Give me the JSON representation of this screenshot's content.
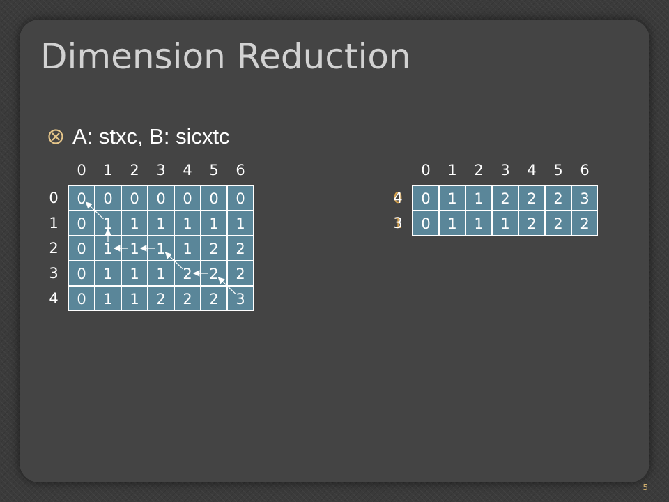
{
  "title": "Dimension Reduction",
  "bullet": {
    "icon": "circled-cross-bullet-icon",
    "text": "A: stxc, B: sicxtc"
  },
  "left_table": {
    "col_headers": [
      "0",
      "1",
      "2",
      "3",
      "4",
      "5",
      "6"
    ],
    "row_headers": [
      "0",
      "1",
      "2",
      "3",
      "4"
    ],
    "rows": [
      [
        "0",
        "0",
        "0",
        "0",
        "0",
        "0",
        "0"
      ],
      [
        "0",
        "1",
        "1",
        "1",
        "1",
        "1",
        "1"
      ],
      [
        "0",
        "1",
        "1",
        "1",
        "1",
        "2",
        "2"
      ],
      [
        "0",
        "1",
        "1",
        "1",
        "2",
        "2",
        "2"
      ],
      [
        "0",
        "1",
        "1",
        "2",
        "2",
        "2",
        "3"
      ]
    ],
    "arrows": [
      {
        "from": [
          4,
          6
        ],
        "to": [
          3,
          5
        ]
      },
      {
        "from": [
          3,
          5
        ],
        "to": [
          3,
          4
        ]
      },
      {
        "from": [
          3,
          4
        ],
        "to": [
          2,
          3
        ]
      },
      {
        "from": [
          2,
          3
        ],
        "to": [
          2,
          2
        ]
      },
      {
        "from": [
          2,
          2
        ],
        "to": [
          2,
          1
        ]
      },
      {
        "from": [
          2,
          1
        ],
        "to": [
          1,
          1
        ]
      },
      {
        "from": [
          1,
          1
        ],
        "to": [
          0,
          0
        ]
      }
    ]
  },
  "right_table": {
    "col_headers": [
      "0",
      "1",
      "2",
      "3",
      "4",
      "5",
      "6"
    ],
    "row_headers": [
      [
        "0",
        "4"
      ],
      [
        "1",
        "3"
      ]
    ],
    "rows": [
      [
        "0",
        "1",
        "1",
        "2",
        "2",
        "2",
        "3"
      ],
      [
        "0",
        "1",
        "1",
        "1",
        "2",
        "2",
        "2"
      ]
    ]
  },
  "page_number": "5",
  "colors": {
    "cell_fill": "#5a8699",
    "background": "#444444",
    "title": "#d2d2d2"
  }
}
